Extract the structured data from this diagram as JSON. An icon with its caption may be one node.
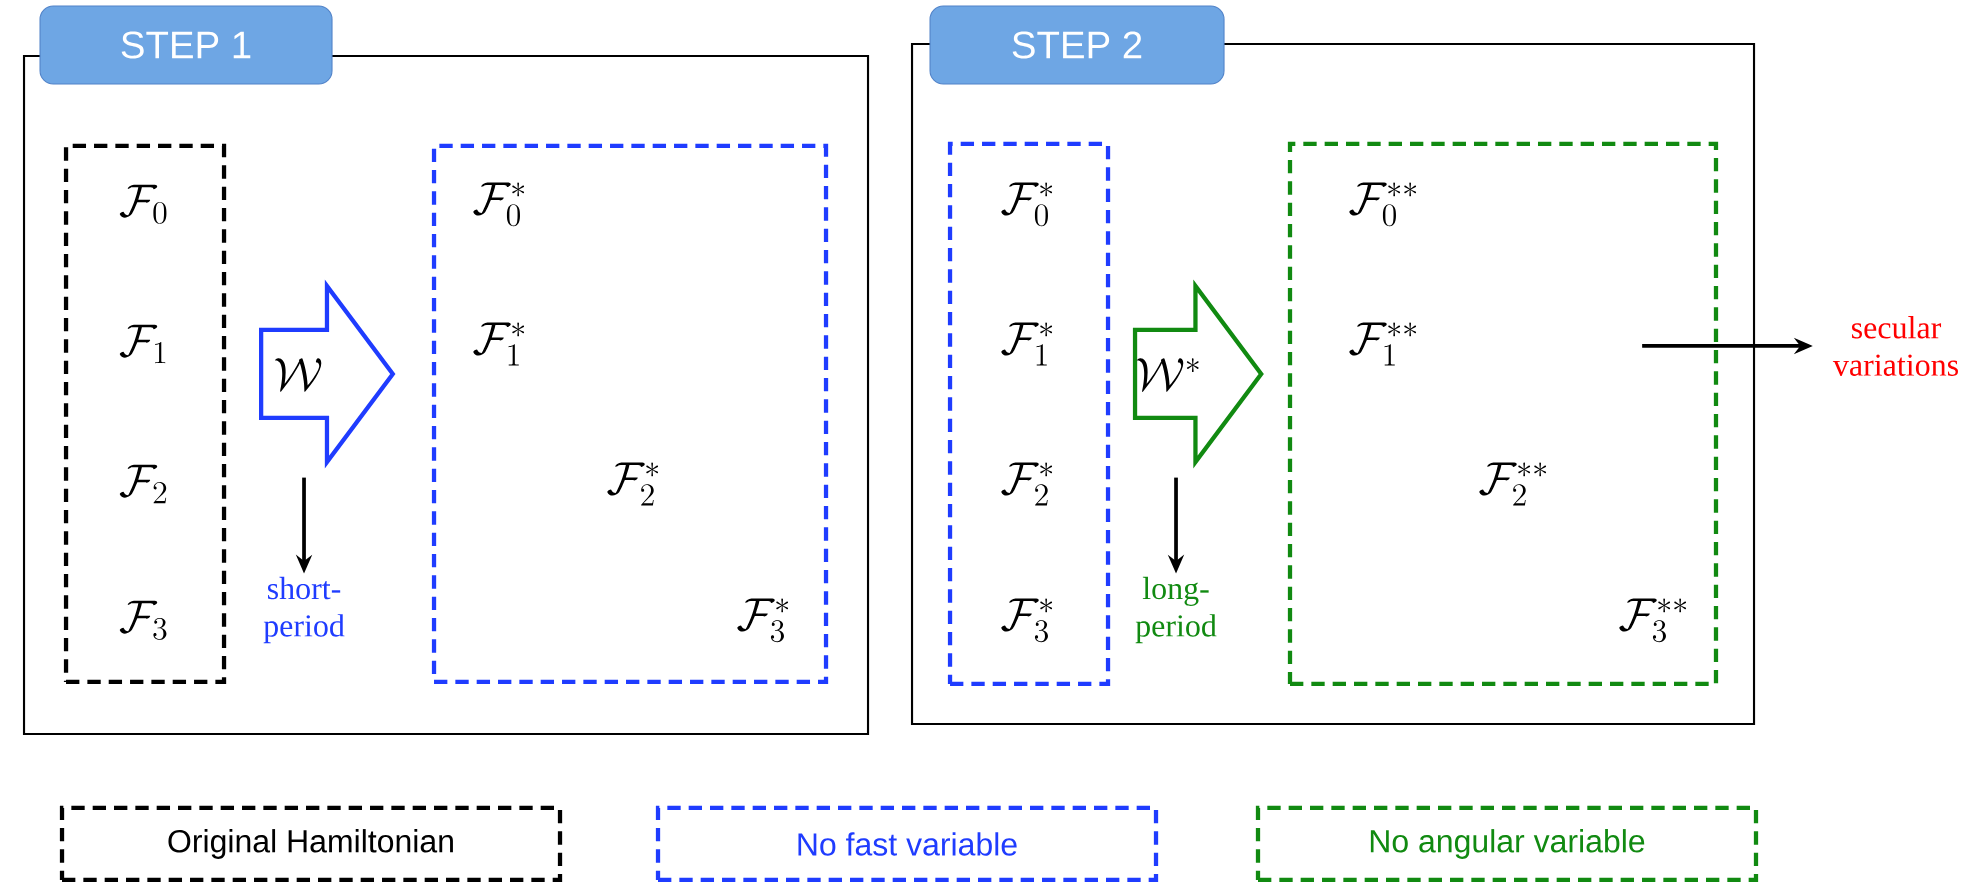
{
  "diagram": {
    "nodes": [
      {
        "text": [
          "STEP 1"
        ]
      },
      {
        "text": [
          "\\mathcal{F}_0",
          "\\mathcal{F}_1",
          "\\mathcal{F}_2",
          "\\mathcal{F}_3"
        ],
        "in": 0
      },
      {
        "text": [
          "short-period"
        ],
        "in": 0
      },
      {
        "text": [
          "\\mathcal{F}_0^*",
          "\\mathcal{F}_1^*",
          "\\mathcal{F}_2^*",
          "\\mathcal{F}_3^*"
        ],
        "in": 0
      },
      {
        "text": [
          "STEP 2"
        ]
      },
      {
        "text": [
          "\\mathcal{F}_0^*",
          "\\mathcal{F}_1^*",
          "\\mathcal{F}_2^*",
          "\\mathcal{F}_3^*"
        ],
        "in": 4
      },
      {
        "text": [
          "long-period"
        ],
        "in": 4
      },
      {
        "text": [
          "\\mathcal{F}_0^{**}",
          "\\mathcal{F}_1^{**}",
          "\\mathcal{F}_2^{**}",
          "\\mathcal{F}_3^{**}"
        ],
        "in": 4
      },
      {
        "text": [
          "secular variations"
        ]
      }
    ],
    "edges": [
      {
        "from": 1,
        "to": 3,
        "arrow": "to",
        "label": "\\mathcal{W}",
        "style": "thick",
        "color": "#1f3cff"
      },
      {
        "from": null,
        "to": 2,
        "arrow": "to"
      },
      {
        "from": 5,
        "to": 7,
        "arrow": "to",
        "label": "\\mathcal{W}^*",
        "style": "thick",
        "color": "#118a11"
      },
      {
        "from": null,
        "to": 6,
        "arrow": "to"
      },
      {
        "from": 7,
        "to": 8,
        "arrow": "to"
      }
    ],
    "legend": [
      {
        "text": "Original Hamiltonian"
      },
      {
        "text": "No fast variable"
      },
      {
        "text": "No angular variable"
      }
    ]
  }
}
